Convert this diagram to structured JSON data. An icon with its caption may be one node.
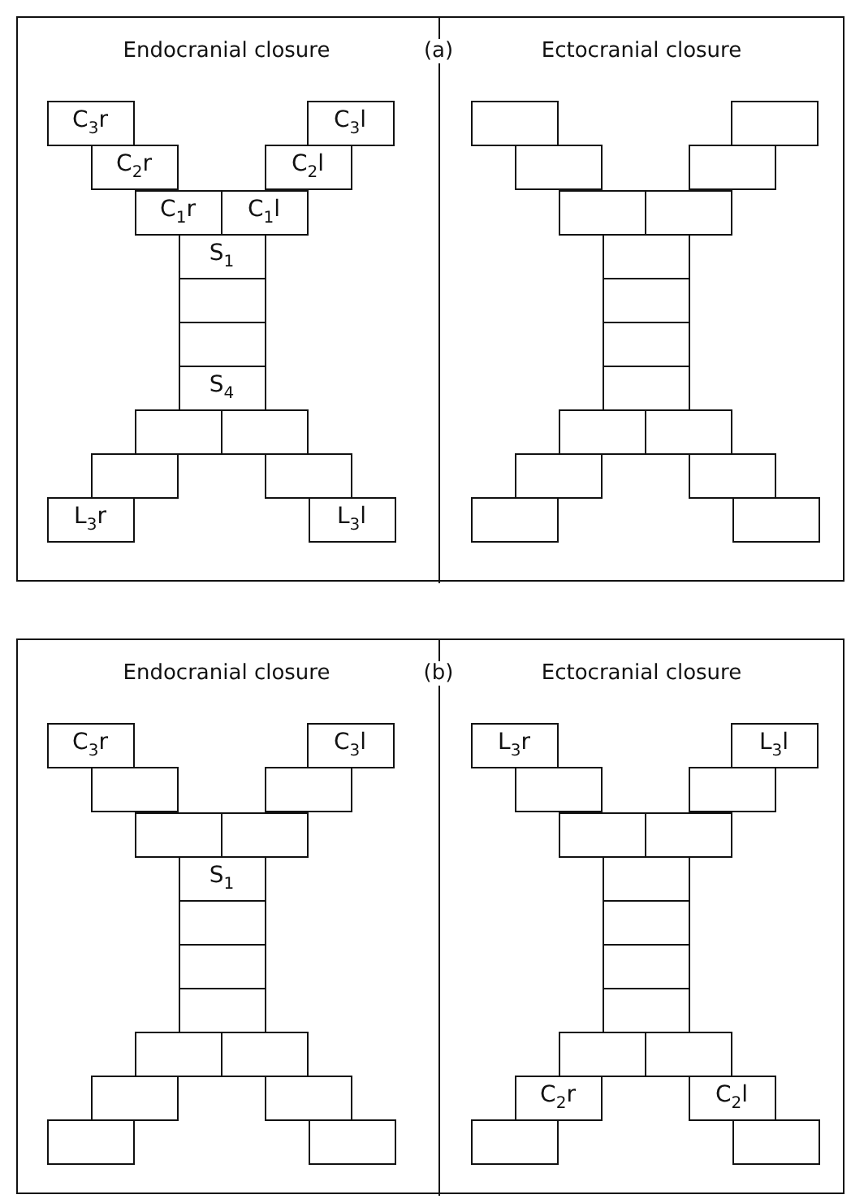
{
  "diagram": {
    "nodes": [
      {
        "text": [
          "Endocranial closure"
        ]
      },
      {
        "text": [
          "C$_{3}$r"
        ],
        "in": 0
      },
      {
        "text": [
          "C$_{3}$l"
        ],
        "in": 0
      },
      {
        "text": [
          "C$_{2}$r"
        ],
        "in": 0
      },
      {
        "text": [
          "C$_{2}$l"
        ],
        "in": 0
      },
      {
        "text": [
          "C$_{1}$r"
        ],
        "in": 0
      },
      {
        "text": [
          "C$_{1}$l"
        ],
        "in": 0
      },
      {
        "text": [
          "S$_{1}$"
        ],
        "in": 0
      },
      {
        "text": [],
        "shape": "box",
        "in": 0
      },
      {
        "text": [],
        "shape": "box",
        "in": 0
      },
      {
        "text": [
          "S$_{4}$"
        ],
        "in": 0
      },
      {
        "text": [],
        "shape": "box",
        "in": 0
      },
      {
        "text": [],
        "shape": "box",
        "in": 0
      },
      {
        "text": [],
        "shape": "box",
        "in": 0
      },
      {
        "text": [],
        "shape": "box",
        "in": 0
      },
      {
        "text": [
          "L$_{3}$r"
        ],
        "in": 0
      },
      {
        "text": [
          "L$_{3}$l"
        ],
        "in": 0
      },
      {
        "text": [
          "Ectocranial closure"
        ]
      },
      {
        "text": [],
        "shape": "box",
        "in": 17
      },
      {
        "text": [],
        "shape": "box",
        "in": 17
      },
      {
        "text": [],
        "shape": "box",
        "in": 17
      },
      {
        "text": [],
        "shape": "box",
        "in": 17
      },
      {
        "text": [],
        "shape": "box",
        "in": 17
      },
      {
        "text": [],
        "shape": "box",
        "in": 17
      },
      {
        "text": [],
        "shape": "box",
        "in": 17
      },
      {
        "text": [],
        "shape": "box",
        "in": 17
      },
      {
        "text": [],
        "shape": "box",
        "in": 17
      },
      {
        "text": [],
        "shape": "box",
        "in": 17
      },
      {
        "text": [],
        "shape": "box",
        "in": 17
      },
      {
        "text": [],
        "shape": "box",
        "in": 17
      },
      {
        "text": [],
        "shape": "box",
        "in": 17
      },
      {
        "text": [],
        "shape": "box",
        "in": 17
      },
      {
        "text": [],
        "shape": "box",
        "in": 17
      },
      {
        "text": [],
        "shape": "box",
        "in": 17
      },
      {
        "text": [
          "Endocranial closure"
        ]
      },
      {
        "text": [
          "C$_{3}$r"
        ],
        "in": 34
      },
      {
        "text": [
          "C$_{3}$l"
        ],
        "in": 34
      },
      {
        "text": [],
        "shape": "box",
        "in": 34
      },
      {
        "text": [],
        "shape": "box",
        "in": 34
      },
      {
        "text": [],
        "shape": "box",
        "in": 34
      },
      {
        "text": [],
        "shape": "box",
        "in": 34
      },
      {
        "text": [
          "S$_{1}$"
        ],
        "in": 34
      },
      {
        "text": [],
        "shape": "box",
        "in": 34
      },
      {
        "text": [],
        "shape": "box",
        "in": 34
      },
      {
        "text": [],
        "shape": "box",
        "in": 34
      },
      {
        "text": [],
        "shape": "box",
        "in": 34
      },
      {
        "text": [],
        "shape": "box",
        "in": 34
      },
      {
        "text": [],
        "shape": "box",
        "in": 34
      },
      {
        "text": [],
        "shape": "box",
        "in": 34
      },
      {
        "text": [],
        "shape": "box",
        "in": 34
      },
      {
        "text": [],
        "shape": "box",
        "in": 34
      },
      {
        "text": [
          "Ectocranial closure"
        ]
      },
      {
        "text": [
          "L$_{3}$r"
        ],
        "in": 51
      },
      {
        "text": [
          "L$_{3}$l"
        ],
        "in": 51
      },
      {
        "text": [],
        "shape": "box",
        "in": 51
      },
      {
        "text": [],
        "shape": "box",
        "in": 51
      },
      {
        "text": [],
        "shape": "box",
        "in": 51
      },
      {
        "text": [],
        "shape": "box",
        "in": 51
      },
      {
        "text": [],
        "shape": "box",
        "in": 51
      },
      {
        "text": [],
        "shape": "box",
        "in": 51
      },
      {
        "text": [],
        "shape": "box",
        "in": 51
      },
      {
        "text": [],
        "shape": "box",
        "in": 51
      },
      {
        "text": [],
        "shape": "box",
        "in": 51
      },
      {
        "text": [],
        "shape": "box",
        "in": 51
      },
      {
        "text": [
          "C$_{2}$r"
        ],
        "in": 51
      },
      {
        "text": [
          "C$_{2}$l"
        ],
        "in": 51
      },
      {
        "text": [],
        "shape": "box",
        "in": 51
      },
      {
        "text": [],
        "shape": "box",
        "in": 51
      }
    ],
    "labels": [
      "(a)",
      "(b)"
    ]
  }
}
